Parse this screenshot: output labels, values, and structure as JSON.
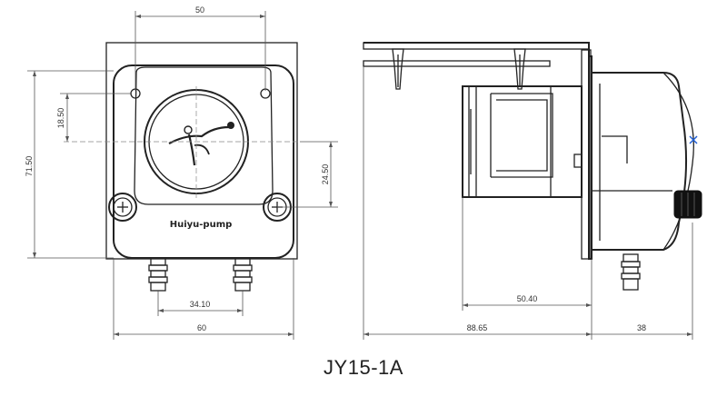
{
  "title": "JY15-1A",
  "logo_text": "Huiyu-pump",
  "front_view": {
    "dim_top": "50",
    "dim_height": "71.50",
    "dim_upper": "18.50",
    "dim_right": "24.50",
    "dim_ports": "34.10",
    "dim_width": "60"
  },
  "side_view": {
    "dim_motor": "50.40",
    "dim_total": "88.65",
    "dim_head": "38"
  },
  "colors": {
    "line": "#222222",
    "accent_marker": "#1f5fd6"
  }
}
